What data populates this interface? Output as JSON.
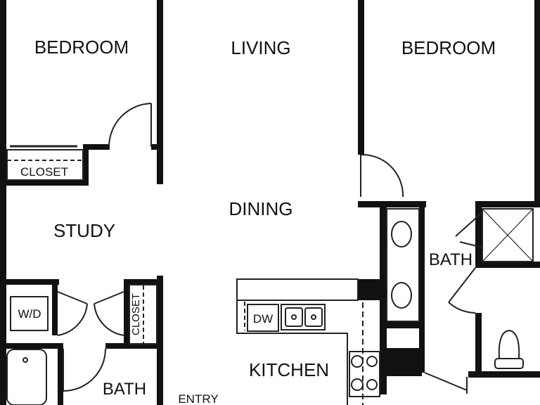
{
  "floorplan": {
    "rooms": {
      "bedroom_left": "BEDROOM",
      "living": "LIVING",
      "bedroom_right": "BEDROOM",
      "dining": "DINING",
      "study": "STUDY",
      "bath_right": "BATH",
      "kitchen": "KITCHEN",
      "bath_bottom": "BATH",
      "entry": "ENTRY"
    },
    "fixtures": {
      "closet_left": "CLOSET",
      "closet_vertical": "CLOSET",
      "washer_dryer": "W/D",
      "dishwasher": "DW"
    },
    "colors": {
      "wall": "#111111",
      "line": "#222222",
      "background": "#ffffff"
    }
  }
}
